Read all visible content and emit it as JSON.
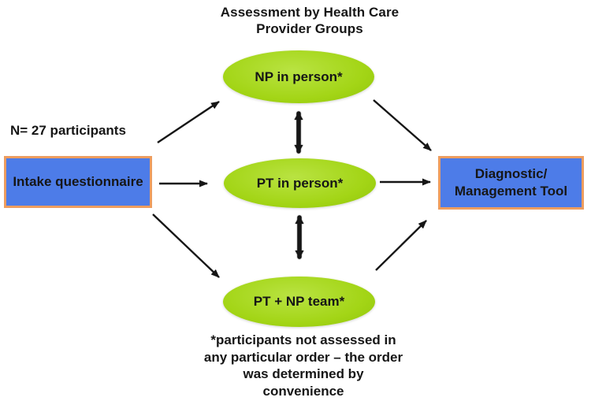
{
  "title": {
    "line1": "Assessment by Health Care",
    "line2": "Provider Groups"
  },
  "participants_label": "N= 27 participants",
  "nodes": {
    "intake": {
      "label": "Intake questionnaire"
    },
    "np": {
      "label": "NP in person*"
    },
    "pt": {
      "label": "PT in person*"
    },
    "team": {
      "label": "PT + NP team*"
    },
    "tool": {
      "line1": "Diagnostic/",
      "line2": "Management Tool"
    }
  },
  "footnote": {
    "lines": [
      "*participants not assessed in",
      "any particular order – the order",
      "was determined by",
      "convenience"
    ]
  },
  "colors": {
    "box_fill": "#4d7ce8",
    "box_border": "#ed9d5f",
    "ellipse_fill": "#a3d516",
    "ellipse_highlight": "#b9e342",
    "ellipse_edge": "#8fc40a",
    "arrow": "#161616",
    "text": "#161616",
    "background": "#ffffff"
  }
}
